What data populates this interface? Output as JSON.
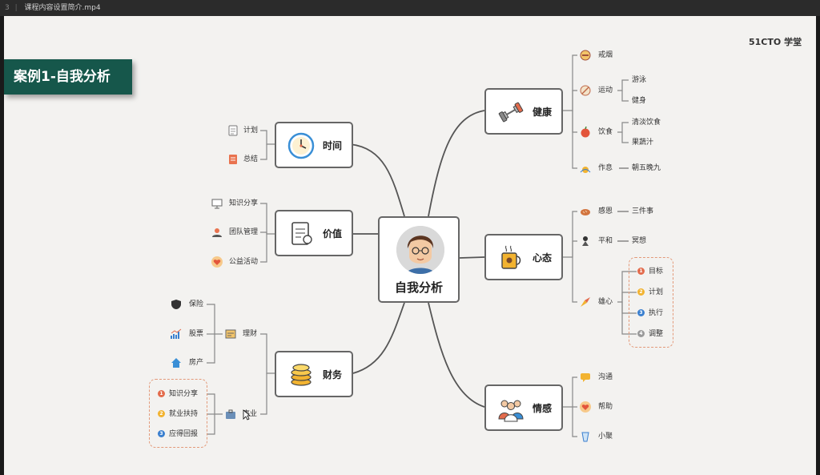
{
  "window": {
    "index": "3",
    "filename": "课程内容设置简介.mp4"
  },
  "slide": {
    "title": "案例1-自我分析",
    "brand": "51CTO 学堂",
    "center": "自我分析"
  },
  "topics": {
    "time": {
      "label": "时间",
      "items": [
        "计划",
        "总结"
      ]
    },
    "value": {
      "label": "价值",
      "items": [
        "知识分享",
        "团队管理",
        "公益活动"
      ]
    },
    "finance": {
      "label": "财务",
      "items": [
        "理财",
        "事业"
      ],
      "invest": [
        "保险",
        "股票",
        "房产"
      ],
      "career": [
        "知识分享",
        "就业扶持",
        "应得回报"
      ]
    },
    "health": {
      "label": "健康",
      "items": [
        "戒烟",
        "运动",
        "饮食",
        "作息"
      ],
      "sport": [
        "游泳",
        "健身"
      ],
      "diet": [
        "清淡饮食",
        "果蔬汁"
      ],
      "rest": "朝五晚九"
    },
    "mind": {
      "label": "心态",
      "items": [
        "感恩",
        "平和",
        "雄心"
      ],
      "gratitude": "三件事",
      "calm": "冥想",
      "ambition": [
        "目标",
        "计划",
        "执行",
        "调整"
      ]
    },
    "emotion": {
      "label": "情感",
      "items": [
        "沟通",
        "帮助",
        "小聚"
      ]
    }
  },
  "numbers": [
    "1",
    "2",
    "3",
    "4"
  ],
  "colors": {
    "title_bg": "#16574b",
    "dashed_border": "#e39a7a",
    "num_1": "#e36b4c",
    "num_2": "#f2b330",
    "num_3": "#3a7fcf",
    "num_4": "#9a9a9a"
  }
}
